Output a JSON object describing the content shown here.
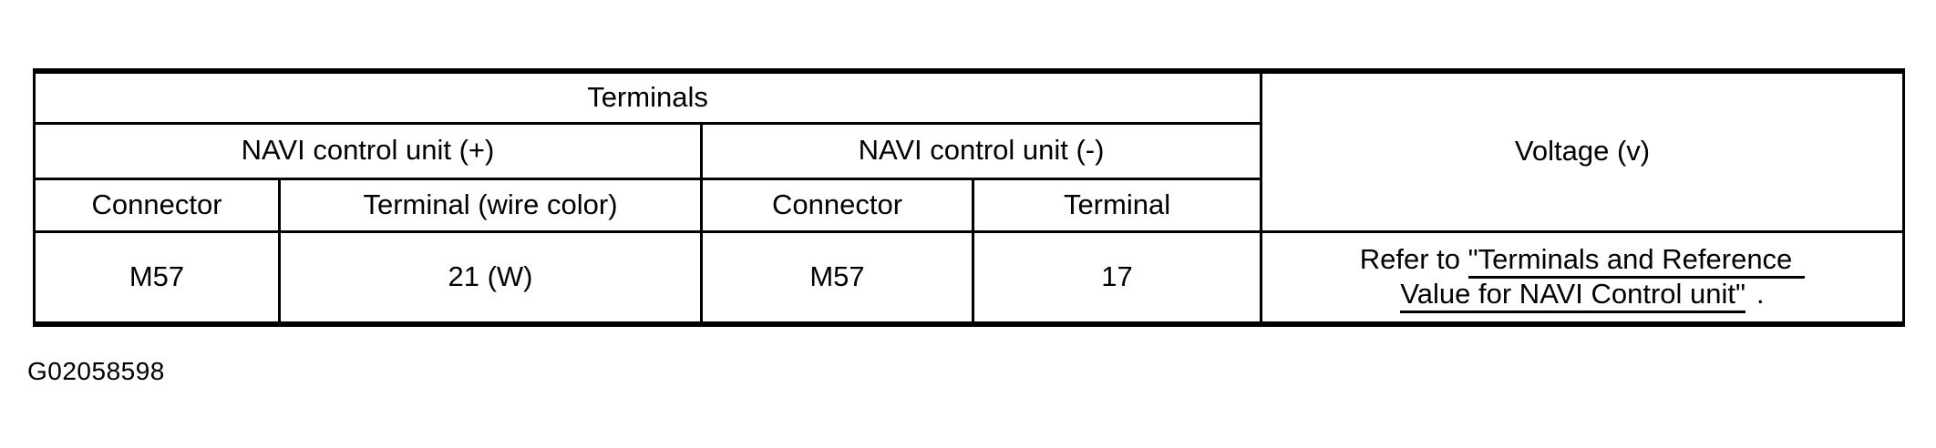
{
  "page": {
    "background": "#ffffff",
    "ink": "#000000"
  },
  "figure_id": "G02058598",
  "table": {
    "header": {
      "terminals": "Terminals",
      "voltage": "Voltage (v)",
      "navi_plus": "NAVI control unit (+)",
      "navi_minus": "NAVI control unit (-)",
      "columns": [
        "Connector",
        "Terminal (wire color)",
        "Connector",
        "Terminal"
      ]
    },
    "rows": [
      {
        "connector_plus": "M57",
        "terminal_plus": "21 (W)",
        "connector_minus": "M57",
        "terminal_minus": "17",
        "voltage": {
          "prefix": "Refer to",
          "link_line1": "\"Terminals and Reference",
          "link_line2": "Value for NAVI Control unit\"",
          "suffix": "."
        }
      }
    ]
  }
}
